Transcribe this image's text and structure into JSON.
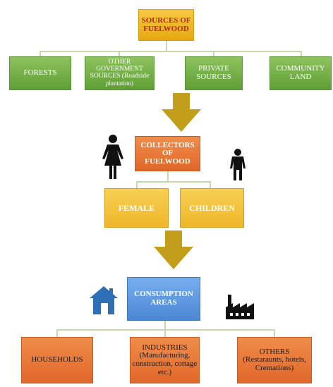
{
  "top_box": {
    "line1": "SOURCES OF",
    "line2": "FUELWOOD"
  },
  "sources": [
    {
      "label": "FORESTS"
    },
    {
      "line1": "OTHER",
      "line2": "GOVERNMENT",
      "line3": "SOURCES (Roadside",
      "line4": "plantation)"
    },
    {
      "line1": "PRIVATE",
      "line2": "SOURCES"
    },
    {
      "line1": "COMMUNITY",
      "line2": "LAND"
    }
  ],
  "collectors_box": {
    "line1": "COLLECTORS OF",
    "line2": "FUELWOOD"
  },
  "collectors": [
    {
      "label": "FEMALE"
    },
    {
      "label": "CHILDREN"
    }
  ],
  "consumption_box": {
    "line1": "CONSUMPTION",
    "line2": "AREAS"
  },
  "consumption": [
    {
      "label": "HOUSEHOLDS"
    },
    {
      "line1": "INDUSTRIES",
      "line2": "(Manufacturing,",
      "line3": "construction, cottage",
      "line4": "etc.)"
    },
    {
      "line1": "OTHERS",
      "line2": "(Restaraunts, hotels,",
      "line3": "Cremations)"
    }
  ],
  "icons": {
    "female": "female-icon",
    "male": "male-icon",
    "house": "house-icon",
    "factory": "factory-icon",
    "arrow": "down-arrow-icon"
  },
  "colors": {
    "yellow_box": "#f0b929",
    "green_box": "#6aab3f",
    "orange_box": "#e97335",
    "gold_box": "#f5c43a",
    "blue_box": "#5b95de",
    "arrow": "#c29e1a"
  }
}
